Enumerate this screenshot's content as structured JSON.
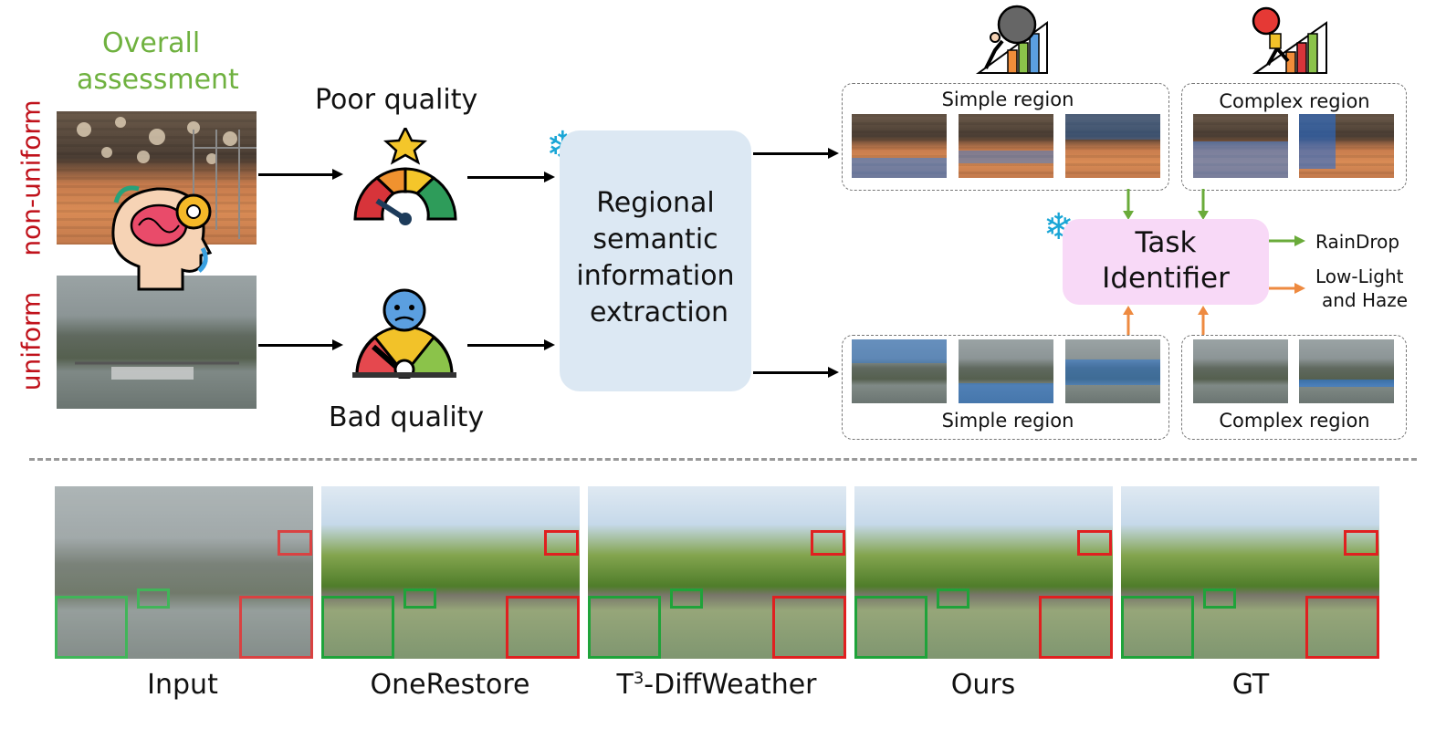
{
  "overall": {
    "line1": "Overall",
    "line2": "assessment"
  },
  "side_labels": {
    "nonuniform": "non-uniform",
    "uniform": "uniform"
  },
  "quality": {
    "poor": "Poor quality",
    "bad": "Bad quality"
  },
  "extraction": {
    "l1": "Regional",
    "l2": "semantic",
    "l3": "information",
    "l4": "extraction"
  },
  "regions": {
    "simple_top": "Simple region",
    "complex_top": "Complex region",
    "simple_bottom": "Simple region",
    "complex_bottom": "Complex region"
  },
  "task": {
    "l1": "Task",
    "l2": "Identifier"
  },
  "outputs": {
    "raindrop": "RainDrop",
    "lowlight_l1": "Low-Light",
    "lowlight_l2": "and Haze"
  },
  "methods": {
    "input": "Input",
    "onerestore": "OneRestore",
    "t3_prefix": "T",
    "t3_sup": "3",
    "t3_suffix": "-DiffWeather",
    "ours": "Ours",
    "gt": "GT"
  },
  "colors": {
    "green": "#6fb13f",
    "red": "#c0121b",
    "task_bg": "#f8d9f7",
    "extract_bg": "#dce8f3",
    "snow": "#1aa6d6",
    "green_arrow": "#6aab3a",
    "orange_arrow": "#ee8a40"
  },
  "icons": [
    "brain-head-icon",
    "speedometer-icon",
    "star-icon",
    "sad-face-icon",
    "snowflake-icon",
    "climber-icon",
    "runner-icon"
  ]
}
